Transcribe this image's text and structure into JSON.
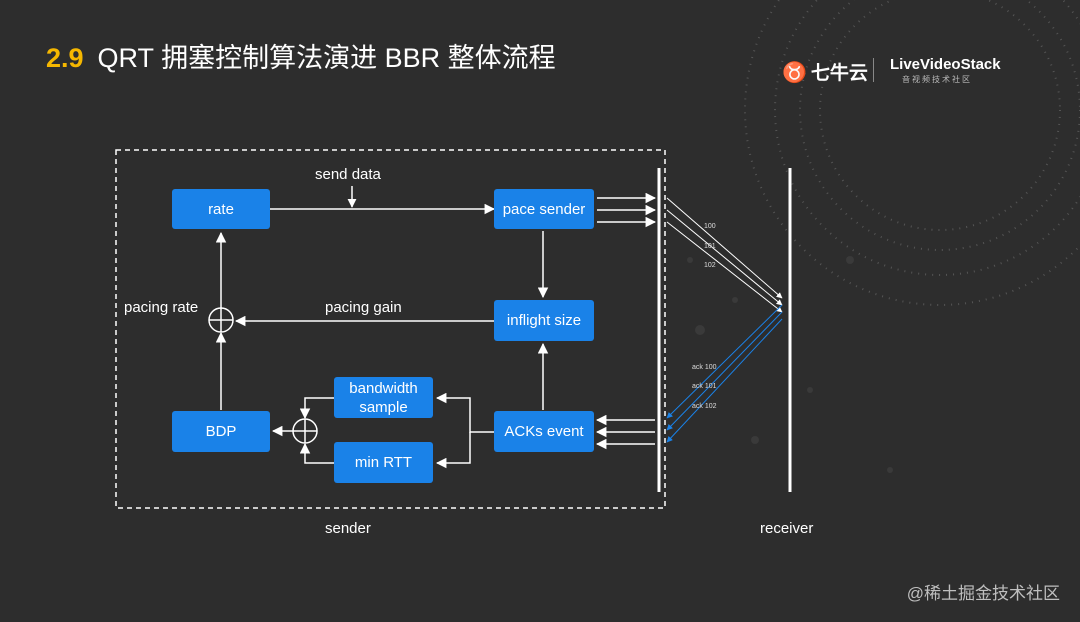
{
  "slide": {
    "number": "2.9",
    "title": "QRT 拥塞控制算法演进 BBR 整体流程"
  },
  "logos": {
    "qiniu": "七牛云",
    "livevideostack": "LiveVideoStack",
    "livevideostack_sub": "音视频技术社区"
  },
  "watermark": "@稀土掘金技术社区",
  "diagram": {
    "nodes": {
      "rate": "rate",
      "pace_sender": "pace sender",
      "inflight_size": "inflight size",
      "bandwidth_sample": "bandwidth\nsample",
      "min_rtt": "min RTT",
      "acks_event": "ACKs event",
      "bdp": "BDP"
    },
    "labels": {
      "send_data": "send data",
      "pacing_gain": "pacing gain",
      "pacing_rate": "pacing rate",
      "sender": "sender",
      "receiver": "receiver"
    },
    "packets": [
      "100",
      "101",
      "102"
    ],
    "acks": [
      "ack 100",
      "ack 101",
      "ack 102"
    ]
  },
  "colors": {
    "box": "#1a82e8",
    "accent": "#f5b700",
    "background": "#2d2d2d",
    "ack_line": "#1a82e8"
  }
}
